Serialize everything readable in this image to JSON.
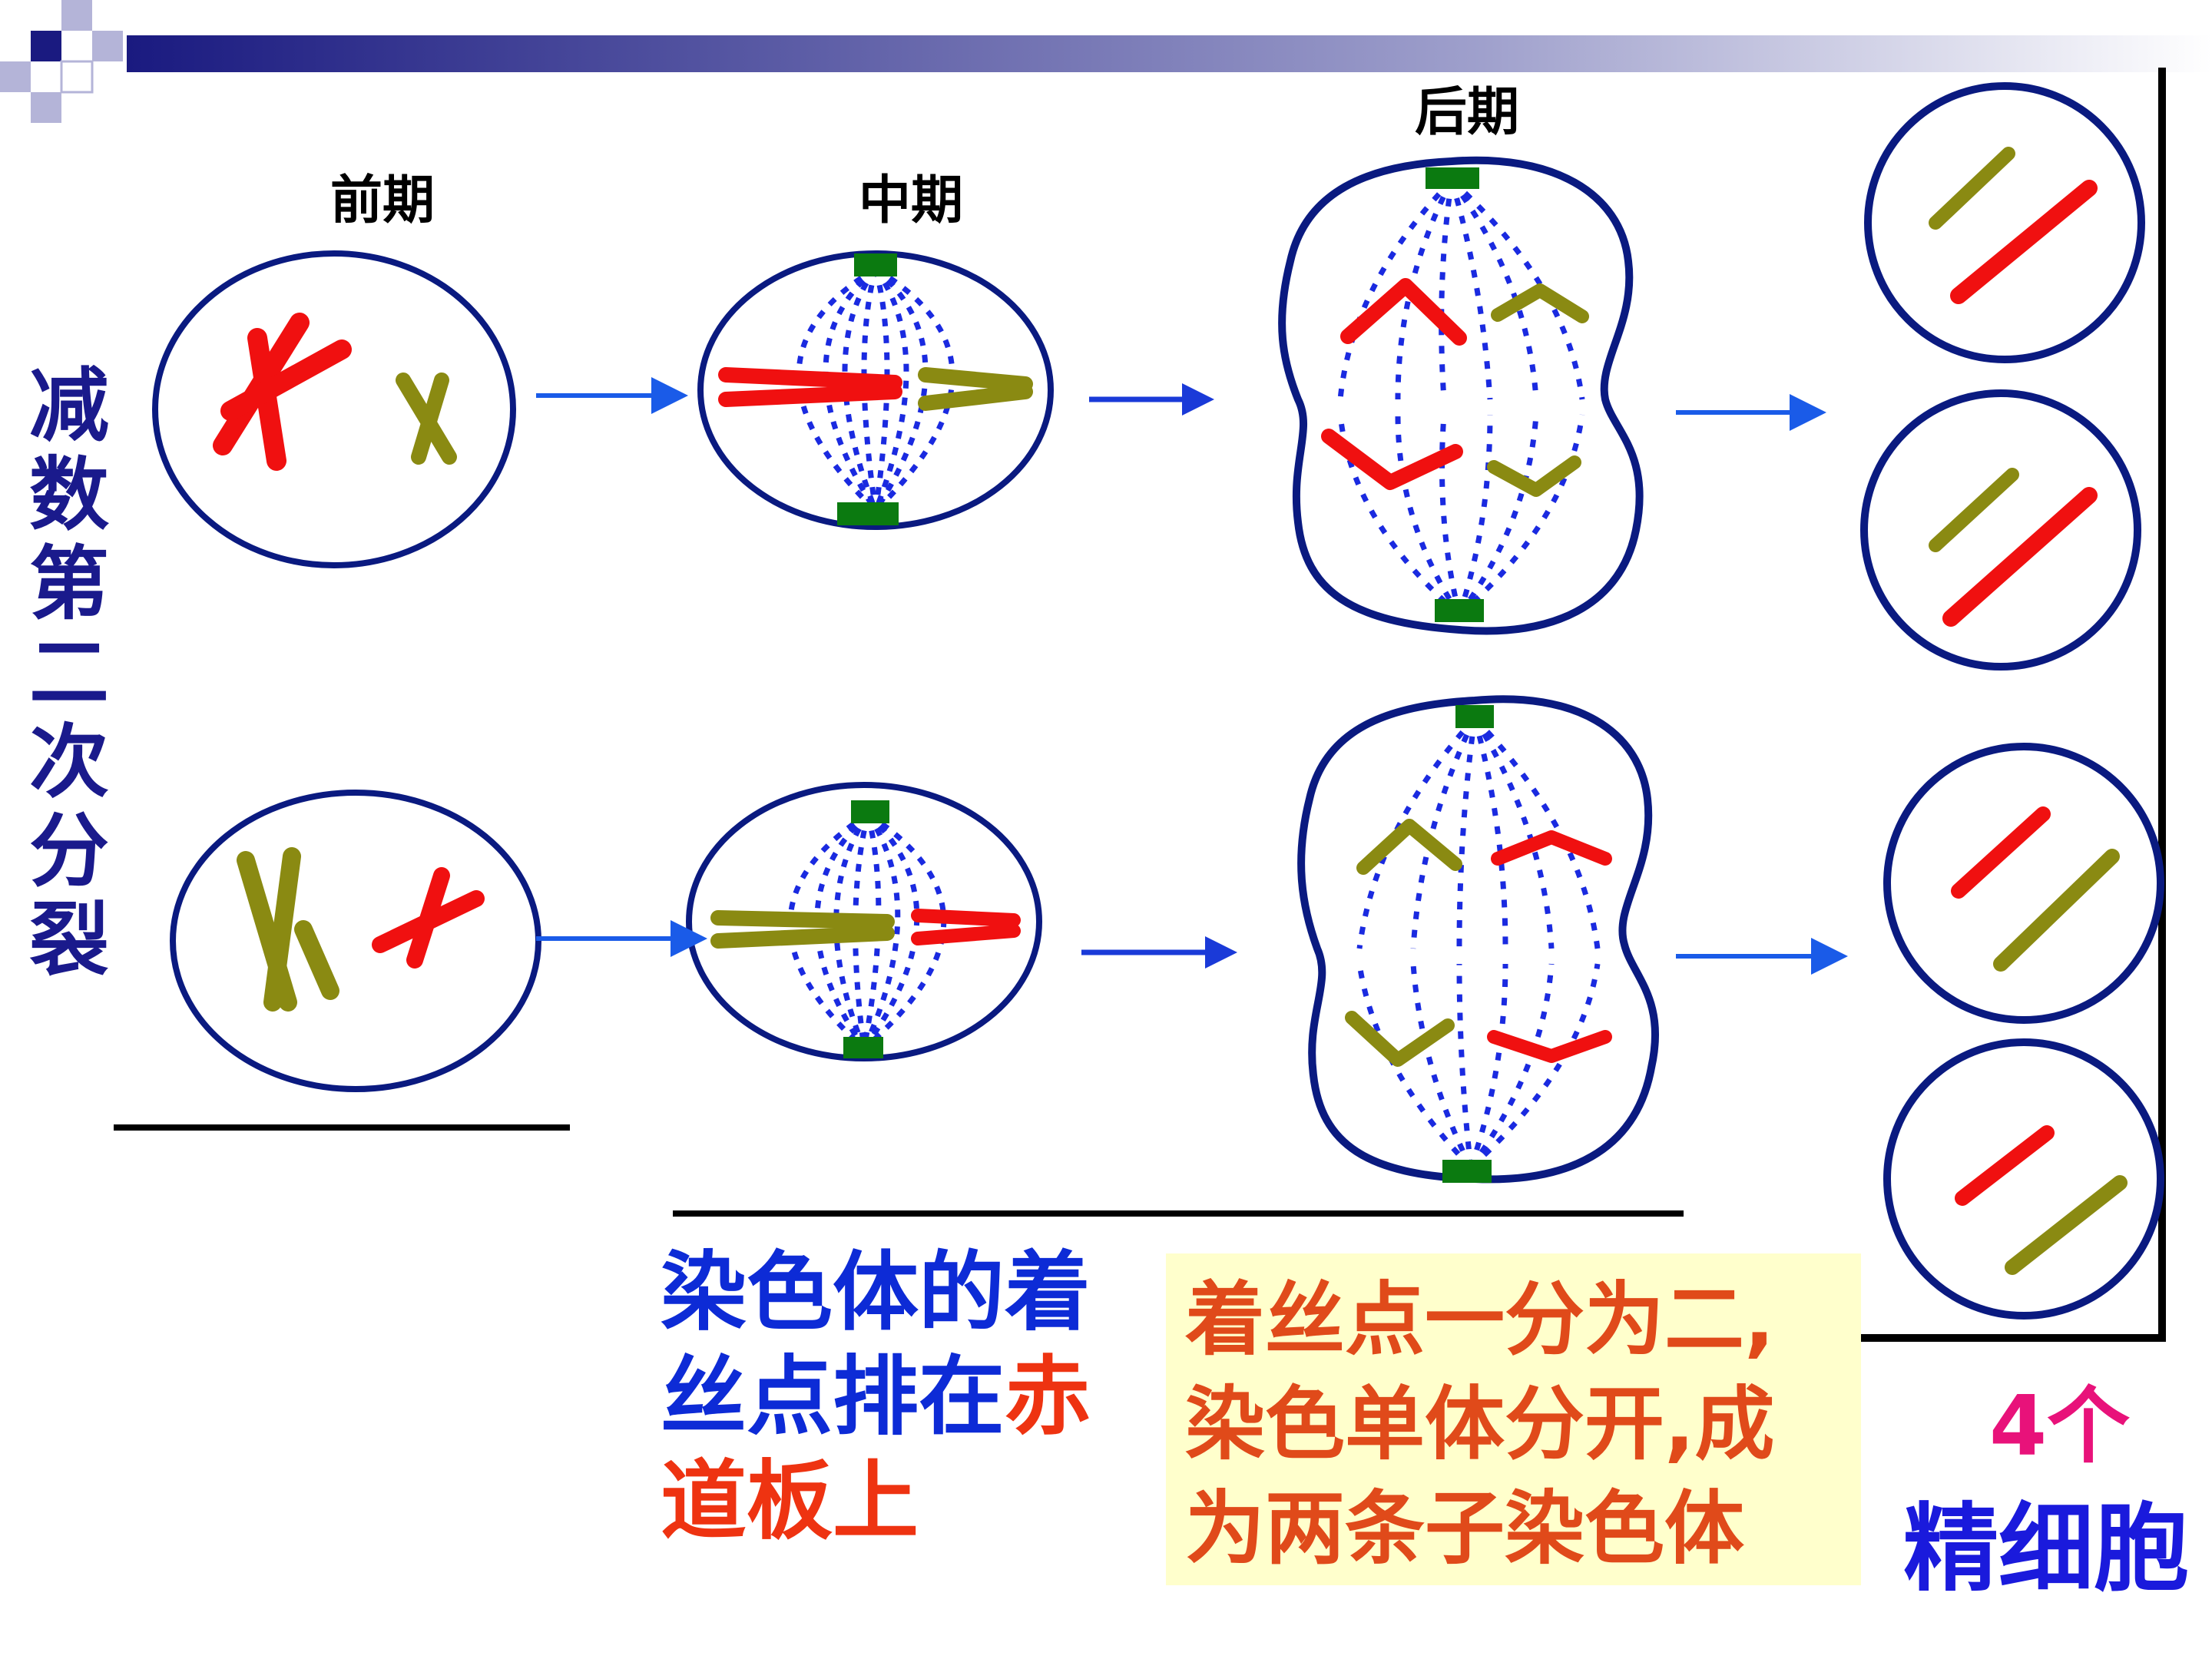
{
  "title_vertical": [
    "减",
    "数",
    "第",
    "二",
    "次",
    "分",
    "裂"
  ],
  "stages": {
    "prophase": "前期",
    "metaphase": "中期",
    "anaphase": "后期"
  },
  "note_metaphase": {
    "line1": "染色体的着",
    "line2_blue": "丝点排在",
    "line2_red": "赤",
    "line3_red": "道板上"
  },
  "note_anaphase": {
    "line1": "着丝点一分为二,",
    "line2": "染色单体分开,成",
    "line3": "为两条子染色体"
  },
  "result": {
    "count": "4个",
    "label": "精细胞"
  },
  "colors": {
    "cell_outline": "#0a1a80",
    "spindle": "#1a2ae0",
    "centrosome": "#0b7a10",
    "chrom_red": "#f01010",
    "chrom_olive": "#8a8a12",
    "arrow": "#1a5be8",
    "title_blue": "#1a1a8c",
    "note_blue": "#0d2bd6",
    "note_red": "#e04a1a",
    "note_bg": "#ffffcc",
    "count_pink": "#e8127a"
  },
  "icons": [
    "corner-squares-decoration",
    "gradient-header-bar",
    "arrow-right"
  ]
}
